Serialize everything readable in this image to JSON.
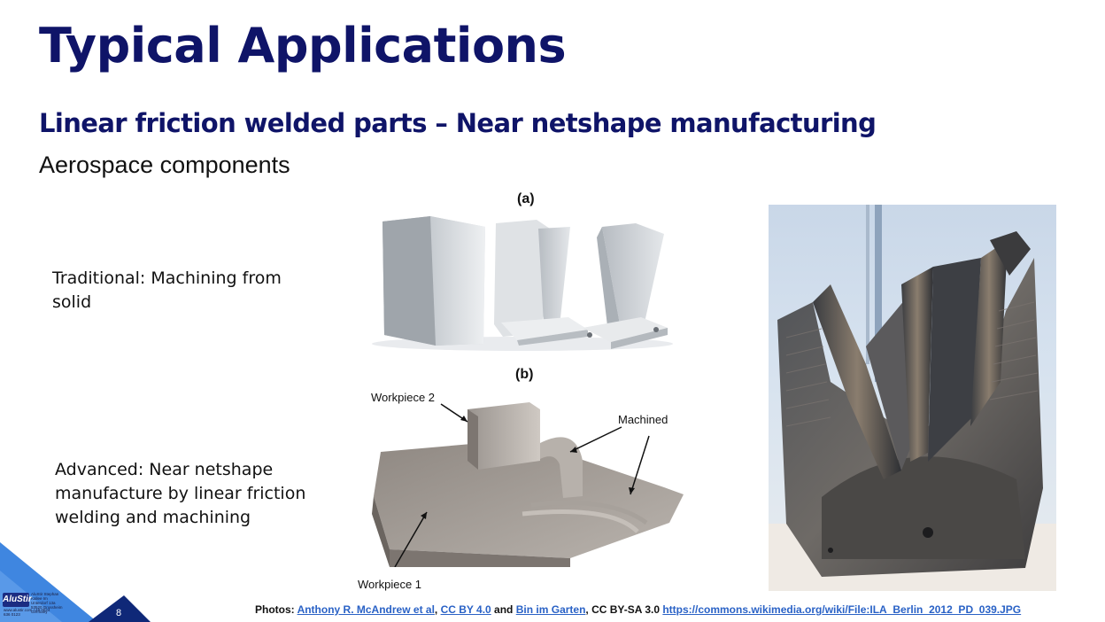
{
  "slide": {
    "title": "Typical Applications",
    "subtitle": "Linear friction welded parts – Near netshape manufacturing",
    "subheading": "Aerospace  components",
    "traditional_text": "Traditional: Machining from solid",
    "advanced_text": "Advanced: Near netshape manufacture by linear friction welding and machining",
    "page_number": "8"
  },
  "figure_a": {
    "label": "(a)"
  },
  "figure_b": {
    "label": "(b)",
    "callouts": {
      "workpiece_2": "Workpiece 2",
      "machined": "Machined",
      "workpiece_1": "Workpiece 1"
    }
  },
  "credits": {
    "prefix": "Photos: ",
    "link1": "Anthony R. McAndrew et al",
    "sep1": ", ",
    "link2": "CC BY 4.0",
    "sep2": " and ",
    "link3": "Bin im Garten",
    "sep3": ", CC BY-SA 3.0 ",
    "link4": "https://commons.wikimedia.org/wiki/File:ILA_Berlin_2012_PD_039.JPG"
  },
  "logo": {
    "brand": "AluStir",
    "address": "AluStir Stephan Kallee Im Unterdorf 13a 53520 Grossheim Germany",
    "contact": "www.alustir.com +49 0024 636 0123"
  },
  "colors": {
    "title": "#0f1468",
    "link": "#2a62c6",
    "corner_light": "#3f86e0",
    "corner_dark": "#0f2878"
  }
}
